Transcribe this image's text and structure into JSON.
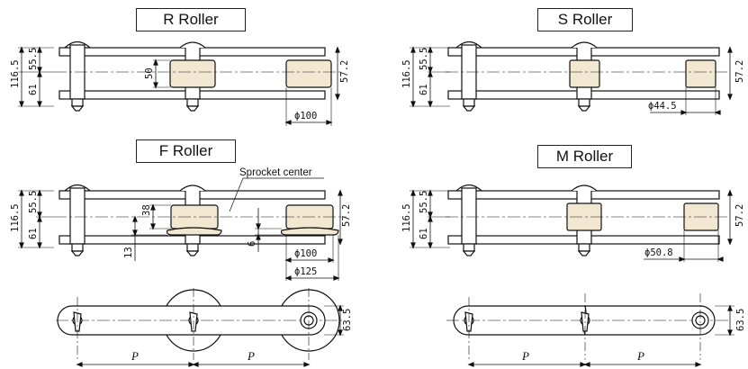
{
  "panels": {
    "r_roller": {
      "title": "R Roller",
      "dim_total": "116.5",
      "dim_top": "55.5",
      "dim_bottom": "61",
      "dim_roller_width": "50",
      "dim_height": "57.2",
      "dim_dia": "ϕ100"
    },
    "s_roller": {
      "title": "S Roller",
      "dim_total": "116.5",
      "dim_top": "55.5",
      "dim_bottom": "61",
      "dim_height": "57.2",
      "dim_dia": "ϕ44.5"
    },
    "f_roller": {
      "title": "F Roller",
      "dim_total": "116.5",
      "dim_top": "55.5",
      "dim_bottom": "61",
      "dim_38": "38",
      "dim_13": "13",
      "dim_6": "6",
      "dim_height": "57.2",
      "dim_dia": "ϕ100",
      "dim_flange": "ϕ125",
      "sprocket_label": "Sprocket center"
    },
    "m_roller": {
      "title": "M Roller",
      "dim_total": "116.5",
      "dim_top": "55.5",
      "dim_bottom": "61",
      "dim_height": "57.2",
      "dim_dia": "ϕ50.8"
    },
    "side_left": {
      "pitch_1": "P",
      "pitch_2": "P",
      "height": "63.5"
    },
    "side_right": {
      "pitch_1": "P",
      "pitch_2": "P",
      "height": "63.5"
    }
  },
  "colors": {
    "line": "#111111",
    "roller_fill": "#f2e8d2",
    "paper": "#ffffff"
  }
}
